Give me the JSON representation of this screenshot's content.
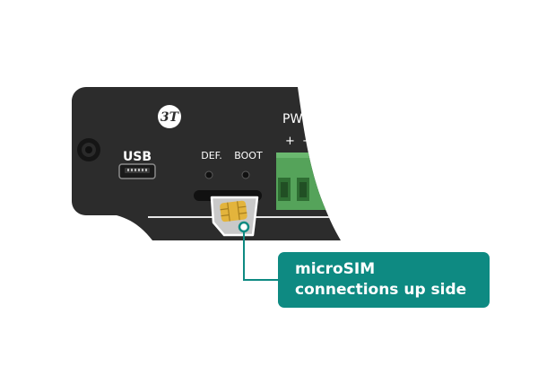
{
  "device": {
    "logo_text": "3T",
    "usb_label": "USB",
    "def_label": "DEF.",
    "boot_label": "BOOT",
    "pwr_label": "PW",
    "plus_label": "+",
    "minus_label": "−"
  },
  "callout": {
    "line1": "microSIM",
    "line2": "connections up side"
  },
  "colors": {
    "panel": "#2c2c2c",
    "callout": "#0e8a82",
    "terminal": "#55a35a",
    "sim_chip": "#e3b43c",
    "sim_card": "#c9c9c9"
  }
}
